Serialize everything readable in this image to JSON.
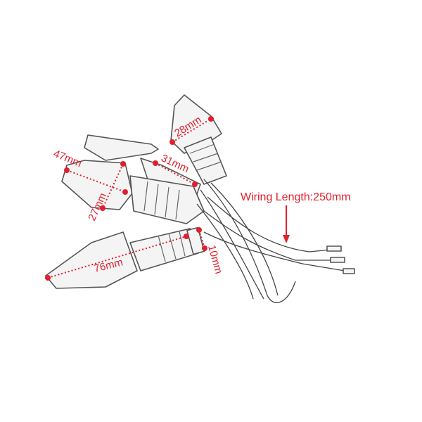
{
  "annotations": {
    "top_lens_width": "28mm",
    "lens_length": "47mm",
    "stem_length": "31mm",
    "lens_height": "27mm",
    "total_length": "76mm",
    "thread_diameter": "10mm",
    "wiring_length": "Wiring Length:250mm"
  },
  "colors": {
    "annotation": "#e0202e",
    "sketch": "#555555"
  }
}
